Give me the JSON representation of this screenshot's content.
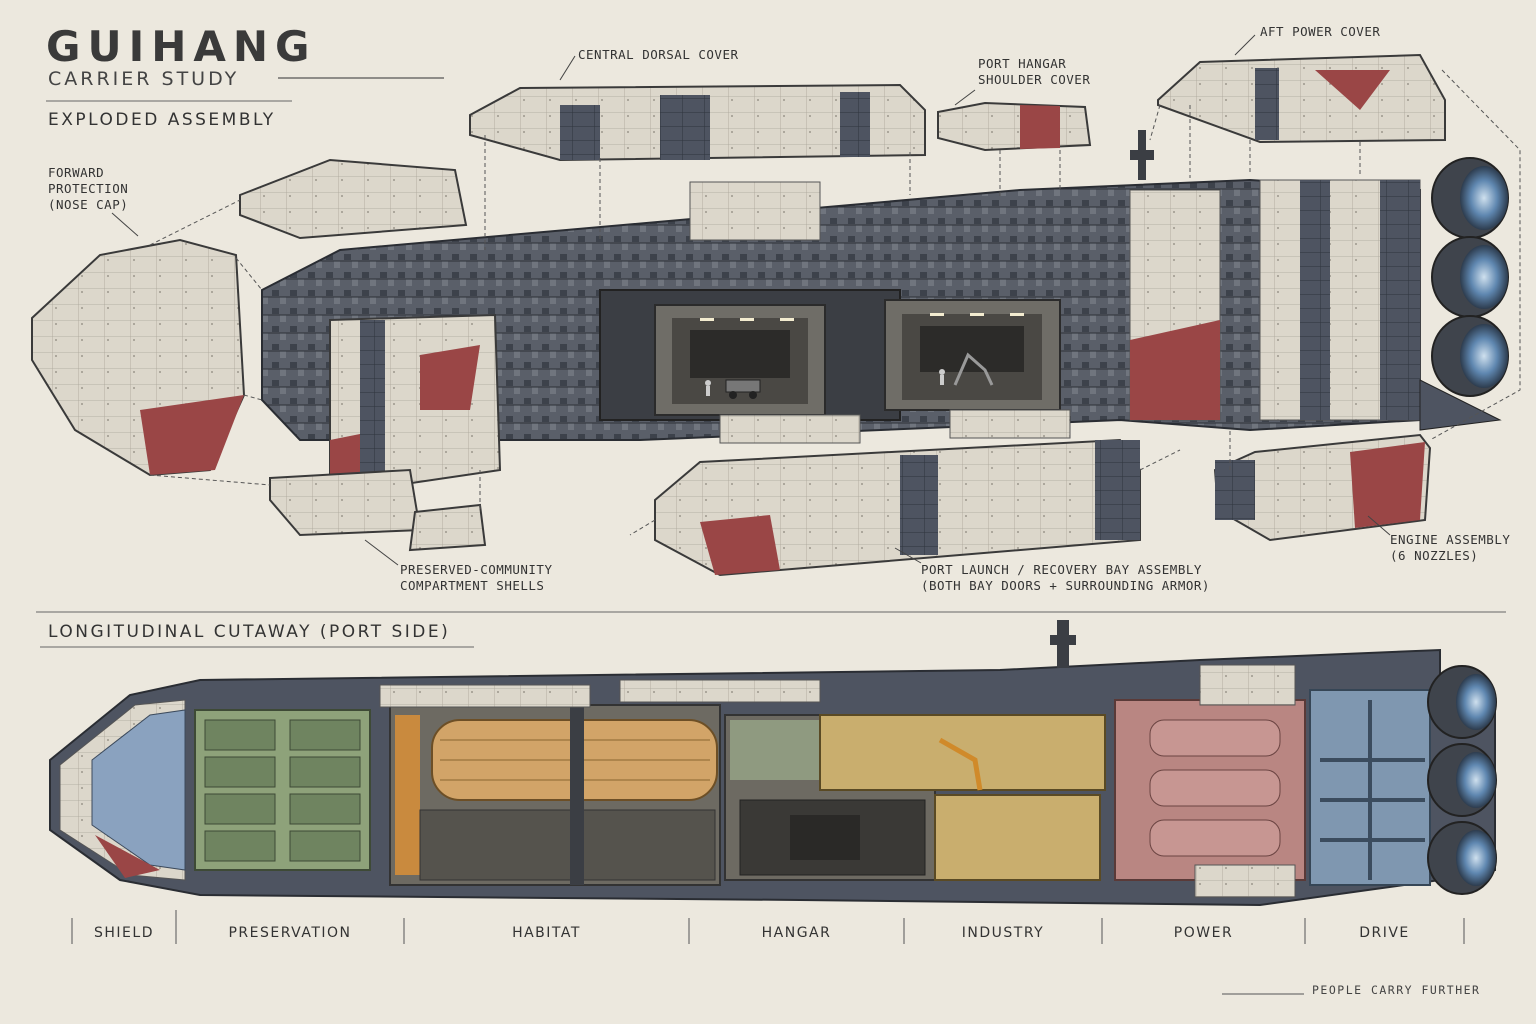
{
  "header": {
    "title": "GUIHANG",
    "subtitle": "CARRIER STUDY",
    "section_exploded": "EXPLODED ASSEMBLY",
    "section_cutaway": "LONGITUDINAL CUTAWAY (PORT SIDE)"
  },
  "callouts": {
    "central_dorsal": "CENTRAL DORSAL COVER",
    "port_hangar_1": "PORT HANGAR",
    "port_hangar_2": "SHOULDER COVER",
    "aft_power": "AFT POWER COVER",
    "forward_1": "FORWARD",
    "forward_2": "PROTECTION",
    "forward_3": "(NOSE CAP)",
    "preserved_1": "PRESERVED-COMMUNITY",
    "preserved_2": "COMPARTMENT SHELLS",
    "launch_1": "PORT LAUNCH / RECOVERY BAY ASSEMBLY",
    "launch_2": "(BOTH BAY DOORS + SURROUNDING ARMOR)",
    "engine_1": "ENGINE ASSEMBLY",
    "engine_2": "(6 NOZZLES)"
  },
  "segments": [
    "SHIELD",
    "PRESERVATION",
    "HABITAT",
    "HANGAR",
    "INDUSTRY",
    "POWER",
    "DRIVE"
  ],
  "tagline": "PEOPLE CARRY FURTHER",
  "colors": {
    "paper": "#ece8de",
    "armor_white": "#dcd7cb",
    "armor_grey": "#4e5461",
    "armor_red": "#9a4646",
    "preservation_green": "#8ea27a",
    "habitat_orange": "#d2a468",
    "hangar_grey": "#8f8d86",
    "industry_yellow": "#c9ae6e",
    "power_pink": "#b98682",
    "drive_blue": "#7f97b0",
    "shield_blue": "#8aa2bf",
    "nozzle_blue": "#5f87b0"
  },
  "icons": [
    "engine-nozzle-icon",
    "vehicle-icon",
    "crane-icon",
    "crew-figure-icon"
  ]
}
